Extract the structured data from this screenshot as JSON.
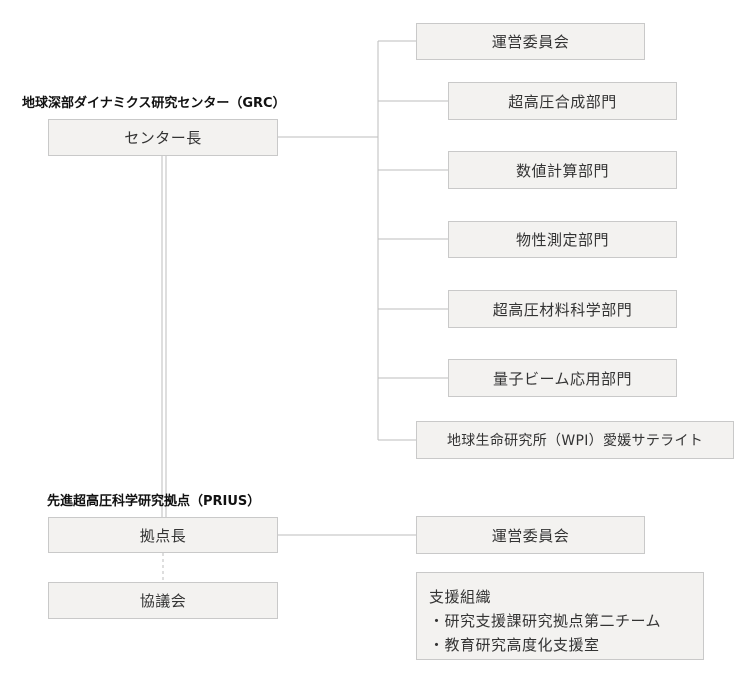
{
  "grc": {
    "title": "地球深部ダイナミクス研究センター（GRC）",
    "head": "センター長",
    "units": [
      "運営委員会",
      "超高圧合成部門",
      "数値計算部門",
      "物性測定部門",
      "超高圧材料科学部門",
      "量子ビーム応用部門",
      "地球生命研究所（WPI）愛媛サテライト"
    ]
  },
  "prius": {
    "title": "先進超高圧科学研究拠点（PRIUS）",
    "head": "拠点長",
    "council": "協議会",
    "committee": "運営委員会",
    "support": {
      "heading": "支援組織",
      "items": [
        "・研究支援課研究拠点第二チーム",
        "・教育研究高度化支援室"
      ]
    }
  },
  "colors": {
    "box_fill": "#f3f2f0",
    "box_border": "#c9c9c9",
    "line": "#bdbdbd"
  }
}
